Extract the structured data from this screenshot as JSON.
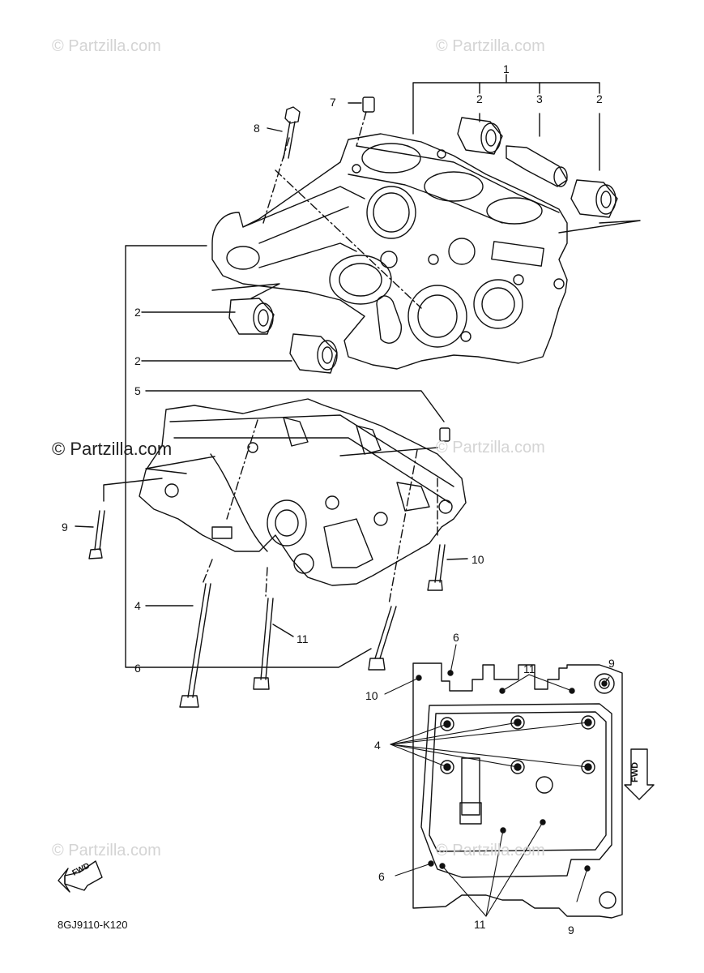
{
  "watermarks": {
    "faint": "© Partzilla.com",
    "strong": "© Partzilla.com"
  },
  "callouts": {
    "c1": "1",
    "c2a": "2",
    "c3": "3",
    "c2b": "2",
    "c7": "7",
    "c8": "8",
    "c2c": "2",
    "c2d": "2",
    "c5": "5",
    "c9a": "9",
    "c10a": "10",
    "c4a": "4",
    "c11a": "11",
    "c6a": "6",
    "c6b": "6",
    "c11b": "11",
    "c9b": "9",
    "c10b": "10",
    "c4b": "4",
    "c6c": "6",
    "c11c": "11",
    "c9c": "9"
  },
  "fwd_labels": {
    "right": "FWD",
    "left": "FWD"
  },
  "diagram_code": "8GJ9110-K120",
  "colors": {
    "line": "#111111",
    "watermark": "#d4d4d4"
  }
}
